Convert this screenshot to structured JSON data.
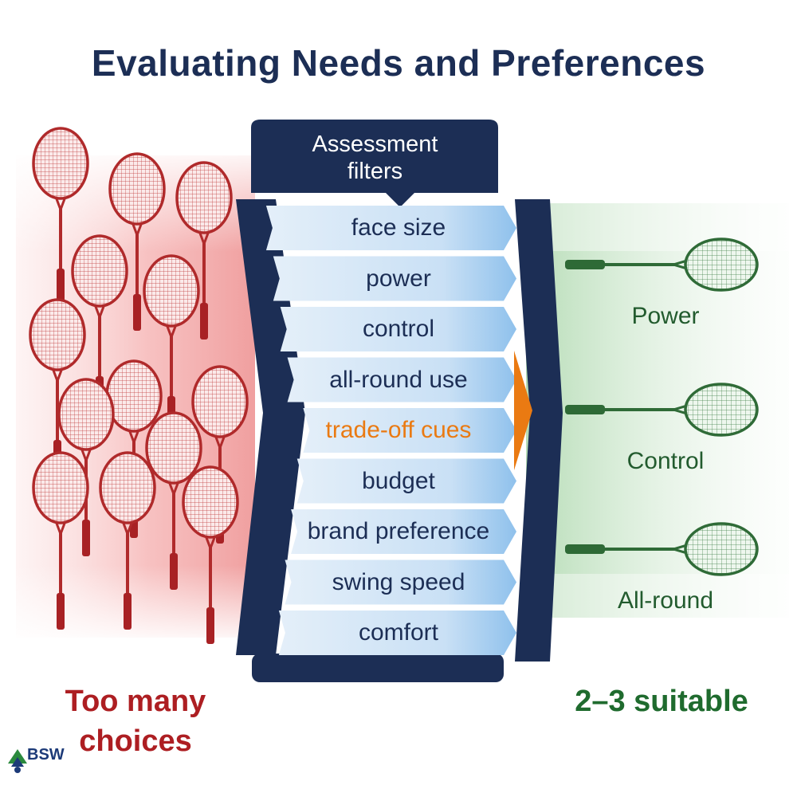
{
  "title": "Evaluating Needs and Preferences",
  "header": {
    "line1": "Assessment",
    "line2": "filters"
  },
  "filters": [
    {
      "label": "face size",
      "highlight": false
    },
    {
      "label": "power",
      "highlight": false
    },
    {
      "label": "control",
      "highlight": false
    },
    {
      "label": "all-round use",
      "highlight": false
    },
    {
      "label": "trade-off cues",
      "highlight": true
    },
    {
      "label": "budget",
      "highlight": false
    },
    {
      "label": "brand preference",
      "highlight": false
    },
    {
      "label": "swing speed",
      "highlight": false
    },
    {
      "label": "comfort",
      "highlight": false
    }
  ],
  "outputs": [
    "Power",
    "Control",
    "All-round"
  ],
  "left_caption": {
    "line1": "Too many",
    "line2": "choices"
  },
  "right_caption": "2–3 suitable",
  "logo": {
    "mark": "BSW",
    "icon": "badminton-shuttle-logo"
  },
  "colors": {
    "navy": "#1c2e55",
    "red": "#b52a2a",
    "green": "#2e6b38",
    "orange": "#ea7a12",
    "filter_blue": "#cfe3f7"
  }
}
